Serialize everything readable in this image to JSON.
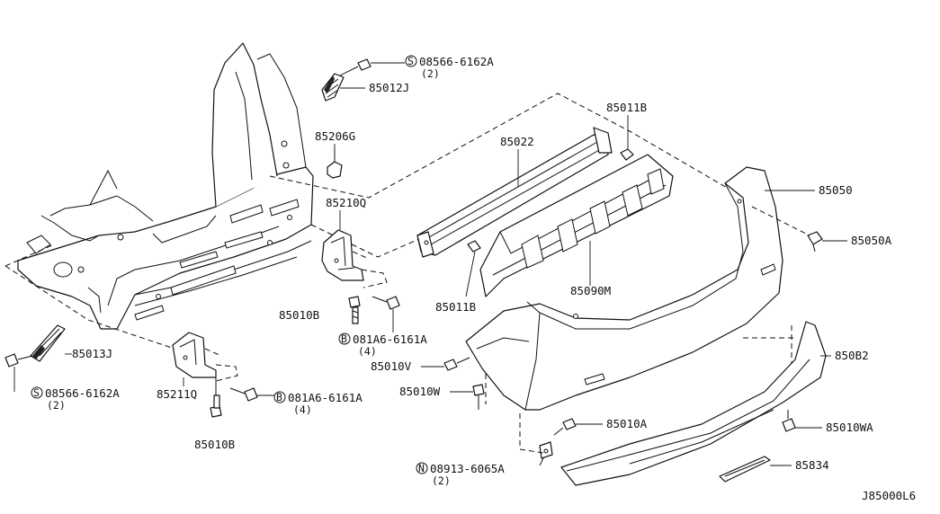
{
  "diagram_id": "J85000L6",
  "labels": {
    "p_85012J": "85012J",
    "p_85206G": "85206G",
    "p_85210Q": "85210Q",
    "p_85010B_a": "85010B",
    "p_85211Q": "85211Q",
    "p_85010B_b": "85010B",
    "p_85013J": "85013J",
    "p_85022": "85022",
    "p_85011B_top": "85011B",
    "p_85011B_bot": "85011B",
    "p_85090M": "85090M",
    "p_85050": "85050",
    "p_85050A": "85050A",
    "p_850B2": "850B2",
    "p_85010V": "85010V",
    "p_85010W": "85010W",
    "p_85010A": "85010A",
    "p_85010WA": "85010WA",
    "p_85834": "85834"
  },
  "callouts": {
    "screw_top": {
      "symbol": "S",
      "part": "08566-6162A",
      "qty": "(2)"
    },
    "screw_bottom": {
      "symbol": "S",
      "part": "08566-6162A",
      "qty": "(2)"
    },
    "bolt_right": {
      "symbol": "B",
      "part": "081A6-6161A",
      "qty": "(4)"
    },
    "bolt_left": {
      "symbol": "B",
      "part": "081A6-6161A",
      "qty": "(4)"
    },
    "nut": {
      "symbol": "N",
      "part": "08913-6065A",
      "qty": "(2)"
    }
  }
}
